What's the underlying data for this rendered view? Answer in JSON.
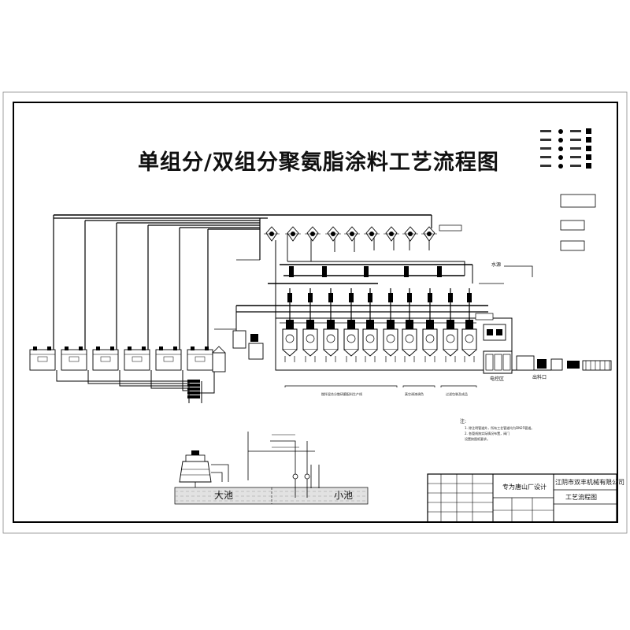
{
  "title": "单组分/双组分聚氨脂涂料工艺流程图",
  "right_labels": {
    "water": "水源",
    "control_room": "电控区",
    "outlet": "出料口"
  },
  "group_labels": [
    "搅拌混合分散研磨配料生产线",
    "真空调漆调色",
    "过滤包装及成品"
  ],
  "pools": {
    "large": "大池",
    "small": "小池"
  },
  "notes": {
    "heading": "注:",
    "lines": [
      "1. 除注明管道外，所有工艺管道均为DN25管道。",
      "2. 各管线按实际情况布置，阀门",
      "   设置按图纸要求。"
    ]
  },
  "title_block": {
    "design_note": "专为唐山厂设计",
    "company": "江阴市双丰机械有限公司",
    "drawing_name": "工艺流程图"
  },
  "colors": {
    "line": "#000000",
    "water": "#cccccc",
    "background": "#ffffff"
  }
}
